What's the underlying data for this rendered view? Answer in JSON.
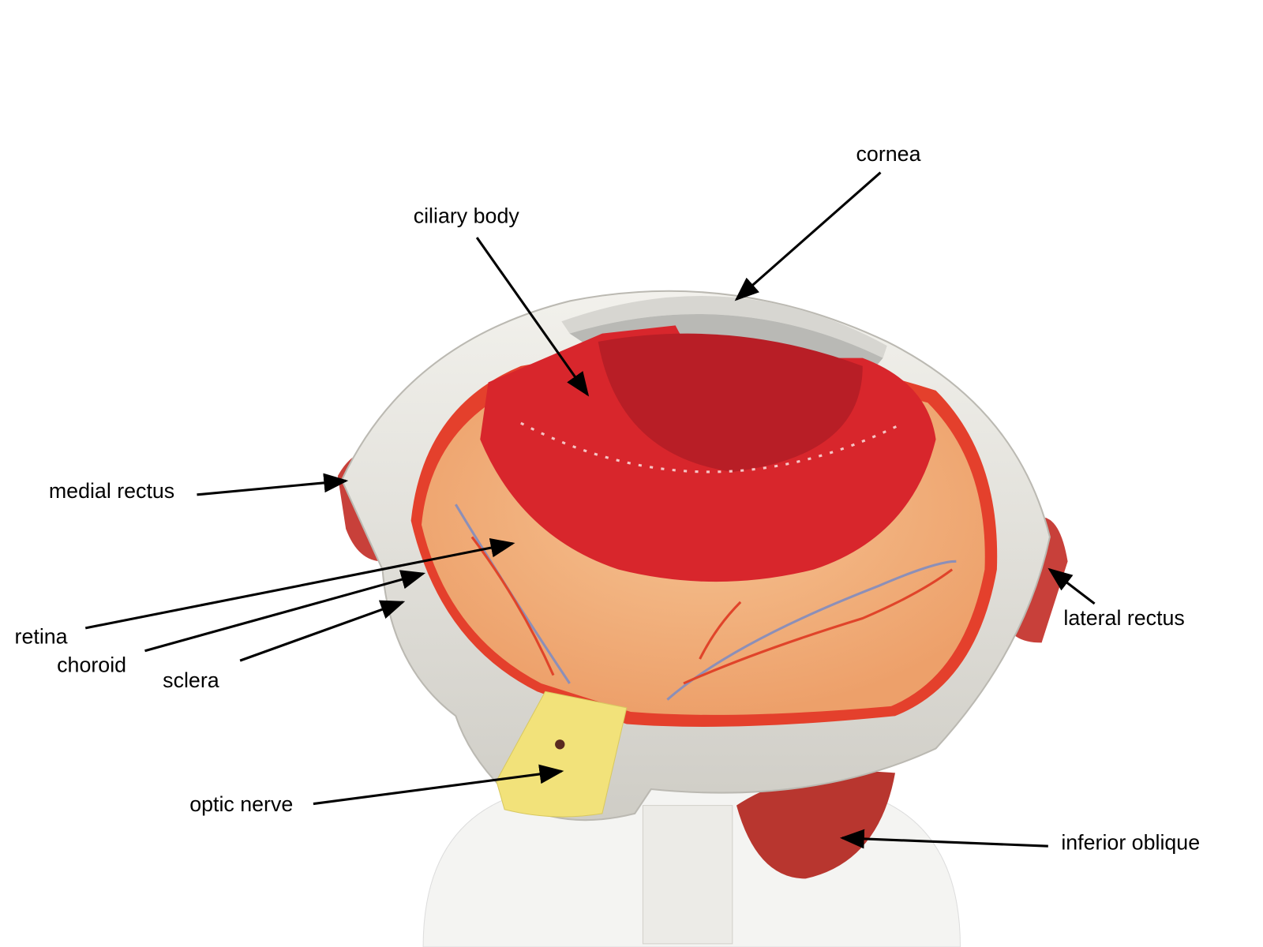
{
  "labels": {
    "cornea": "cornea",
    "ciliary_body": "ciliary body",
    "medial_rectus": "medial rectus",
    "retina": "retina",
    "choroid": "choroid",
    "sclera": "sclera",
    "lateral_rectus": "lateral rectus",
    "optic_nerve": "optic nerve",
    "inferior_oblique": "inferior oblique"
  },
  "colors": {
    "sclera": "#e8e6e0",
    "retina": "#f2b27a",
    "choroid": "#e4402c",
    "ciliary_body": "#d8262c",
    "cornea": "#c9c9c5",
    "muscle": "#c8403a",
    "optic_nerve": "#f2e27a",
    "stand": "#f4f4f2"
  }
}
